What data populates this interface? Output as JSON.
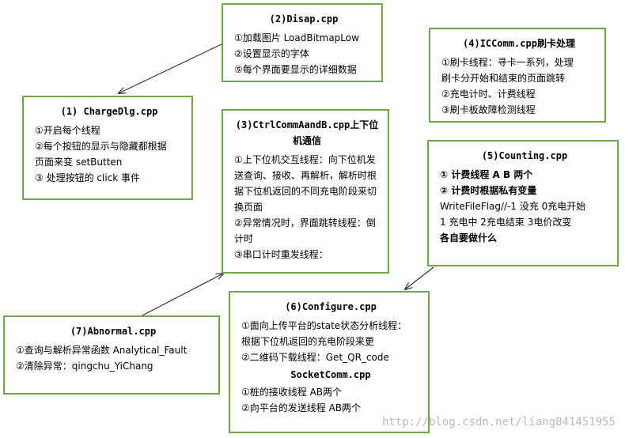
{
  "box2": {
    "title": "(2)Disap.cpp",
    "lines": [
      "①加载图片 LoadBitmapLow",
      "②设置显示的字体",
      "⑤每个界面要显示的详细数据"
    ]
  },
  "box4": {
    "title": "(4)ICComm.cpp刷卡处理",
    "lines": [
      "①刷卡线程：寻卡一系列，处理",
      "刷卡分开始和结束的页面跳转",
      "②充电计时、计费线程",
      "③刷卡板故障检测线程"
    ]
  },
  "box1": {
    "title": "(1) ChargeDlg.cpp",
    "lines": [
      "①开启每个线程",
      "②每个按钮的显示与隐藏都根据",
      "页面来变 setButten",
      "③ 处理按钮的 click 事件"
    ]
  },
  "box3": {
    "title": "(3)CtrlCommAandB.cpp上下位机通信",
    "lines": [
      "①上下位机交互线程：向下位机发送查询、接收、再解析，解析时根据下位机返回的不同充电阶段来切换页面",
      "②异常情况时，界面跳转线程：倒计时",
      "③串口计时重发线程："
    ]
  },
  "box5": {
    "title": "(5)Counting.cpp",
    "lines": [
      "① 计费线程 A B 两个",
      "② 计费时根据私有变量",
      "WriteFileFlag//-1 没充  0充电开始",
      "1 充电中  2充电结束  3电价改变",
      "各自要做什么"
    ]
  },
  "box6": {
    "title": "(6)Configure.cpp",
    "lines": [
      "①面向上传平台的state状态分析线程：",
      "根据下位机返回的充电阶段来更",
      "②二维码下载线程：Get_QR_code"
    ],
    "subtitle": "SocketComm.cpp",
    "lines2": [
      "①桩的接收线程 AB两个",
      "②向平台的发送线程 AB两个"
    ]
  },
  "box7": {
    "title": "(7)Abnormal.cpp",
    "lines": [
      "①查询与解析异常函数 Analytical_Fault",
      "②清除异常：qingchu_YiChang"
    ]
  },
  "watermark": "http://blog.csdn.net/liang841451955"
}
